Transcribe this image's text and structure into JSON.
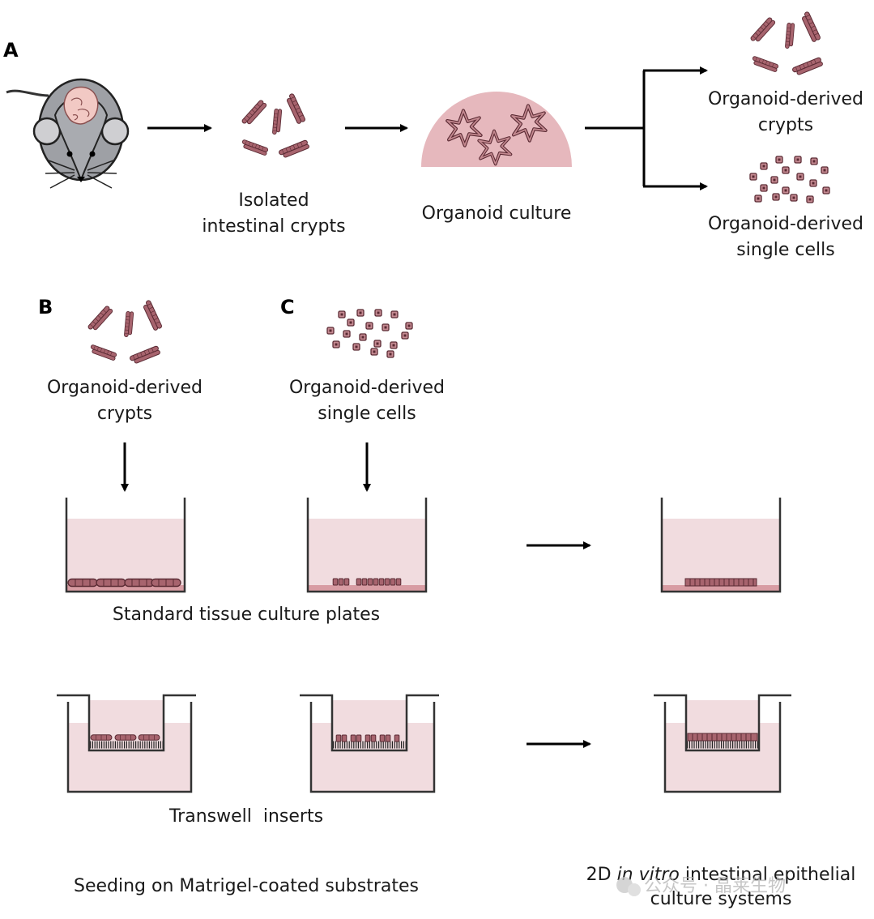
{
  "panels": {
    "a": "A",
    "b": "B",
    "c": "C"
  },
  "labels": {
    "isolated_line1": "Isolated",
    "isolated_line2": "intestinal crypts",
    "organoid_culture": "Organoid culture",
    "od_crypts_line1": "Organoid-derived",
    "od_crypts_line2": "crypts",
    "od_cells_line1": "Organoid-derived",
    "od_cells_line2": "single cells",
    "b_crypts_line1": "Organoid-derived",
    "b_crypts_line2": "crypts",
    "c_cells_line1": "Organoid-derived",
    "c_cells_line2": "single cells",
    "standard_plates": "Standard tissue culture plates",
    "transwell": "Transwell  inserts",
    "seeding": "Seeding on Matrigel-coated substrates",
    "result_prefix": "2D ",
    "result_italic": "in vitro",
    "result_suffix": " intestinal epithelial",
    "result_line2": "culture systems"
  },
  "watermark": "公众号 · 晶莱生物",
  "colors": {
    "cell_fill": "#a7646e",
    "cell_outline": "#5a2a33",
    "medium": "#f1dcdf",
    "dome": "#e6b8bd",
    "mouse_body": "#9ea0a5",
    "brain": "#f2c9c4"
  }
}
